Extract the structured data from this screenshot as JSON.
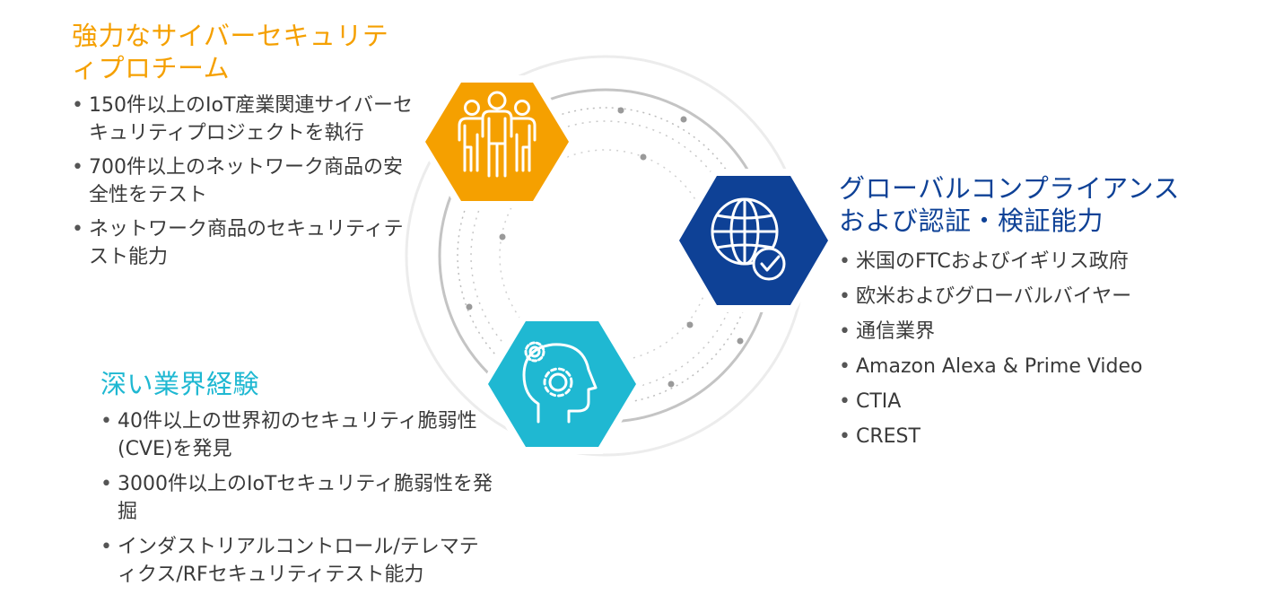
{
  "sections": {
    "team": {
      "title_lines": [
        "強力なサイバーセキュリテ",
        "ィプロチーム"
      ],
      "items": [
        "150件以上のIoT産業関連サイバーセキュリティプロジェクトを執行",
        "700件以上のネットワーク商品の安全性をテスト",
        "ネットワーク商品のセキュリティテスト能力"
      ]
    },
    "global": {
      "title_lines": [
        "グローバルコンプライアンス",
        "および認証・検証能力"
      ],
      "items": [
        "米国のFTCおよびイギリス政府",
        "欧米およびグローバルバイヤー",
        "通信業界",
        "Amazon Alexa & Prime Video",
        "CTIA",
        "CREST"
      ]
    },
    "experience": {
      "title_lines": [
        "深い業界経験"
      ],
      "items": [
        "40件以上の世界初のセキュリティ脆弱性(CVE)を発見",
        "3000件以上のIoTセキュリティ脆弱性を発掘",
        "インダストリアルコントロール/テレマティクス/RFセキュリティテスト能力"
      ]
    }
  },
  "colors": {
    "team": "#f5a000",
    "global": "#0e4196",
    "experience": "#1fb8d2",
    "ring": "#d9d9d9"
  },
  "icons": {
    "team": "people-group-icon",
    "global": "globe-check-icon",
    "experience": "head-gears-icon"
  }
}
